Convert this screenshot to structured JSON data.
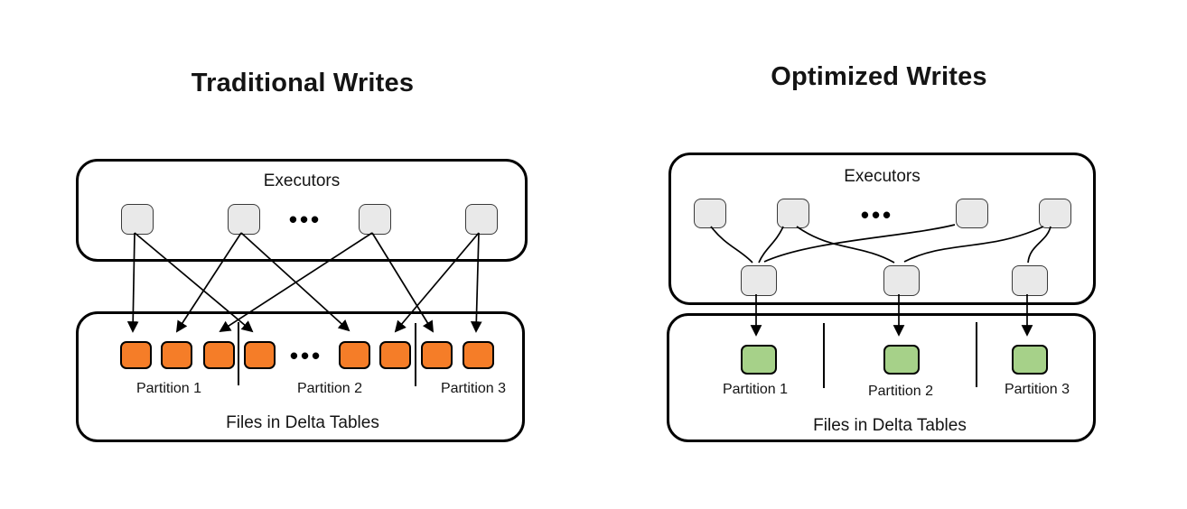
{
  "left_panel": {
    "title": "Traditional Writes",
    "executors_label": "Executors",
    "executors_ellipsis": "•••",
    "files_ellipsis": "•••",
    "files_label": "Files in Delta Tables",
    "partitions": [
      {
        "label": "Partition 1"
      },
      {
        "label": "Partition 2"
      },
      {
        "label": "Partition 3"
      }
    ],
    "executor_count": 4,
    "file_count": 8,
    "connections": [
      {
        "from": "executor-1",
        "to": "file-1"
      },
      {
        "from": "executor-1",
        "to": "file-4"
      },
      {
        "from": "executor-2",
        "to": "file-2"
      },
      {
        "from": "executor-2",
        "to": "file-5"
      },
      {
        "from": "executor-3",
        "to": "file-3"
      },
      {
        "from": "executor-3",
        "to": "file-7"
      },
      {
        "from": "executor-4",
        "to": "file-6"
      },
      {
        "from": "executor-4",
        "to": "file-8"
      }
    ]
  },
  "right_panel": {
    "title": "Optimized Writes",
    "executors_label": "Executors",
    "executors_ellipsis": "•••",
    "files_label": "Files in Delta Tables",
    "partitions": [
      {
        "label": "Partition 1"
      },
      {
        "label": "Partition 2"
      },
      {
        "label": "Partition 3"
      }
    ],
    "executor_count": 4,
    "shuffle_node_count": 3,
    "file_count": 3,
    "connections": [
      {
        "from": "executor-1",
        "to": "shuffle-1"
      },
      {
        "from": "executor-2",
        "to": "shuffle-1"
      },
      {
        "from": "executor-2",
        "to": "shuffle-2"
      },
      {
        "from": "executor-3",
        "to": "shuffle-1"
      },
      {
        "from": "executor-4",
        "to": "shuffle-2"
      },
      {
        "from": "executor-4",
        "to": "shuffle-3"
      },
      {
        "from": "shuffle-1",
        "to": "file-1"
      },
      {
        "from": "shuffle-2",
        "to": "file-2"
      },
      {
        "from": "shuffle-3",
        "to": "file-3"
      }
    ]
  },
  "colors": {
    "background": "#ffffff",
    "box_border": "#000000",
    "executor_fill": "#e9e9e9",
    "executor_border": "#3a3a3a",
    "traditional_file_fill": "#f57d28",
    "optimized_file_fill": "#a6d189",
    "line": "#000000"
  }
}
